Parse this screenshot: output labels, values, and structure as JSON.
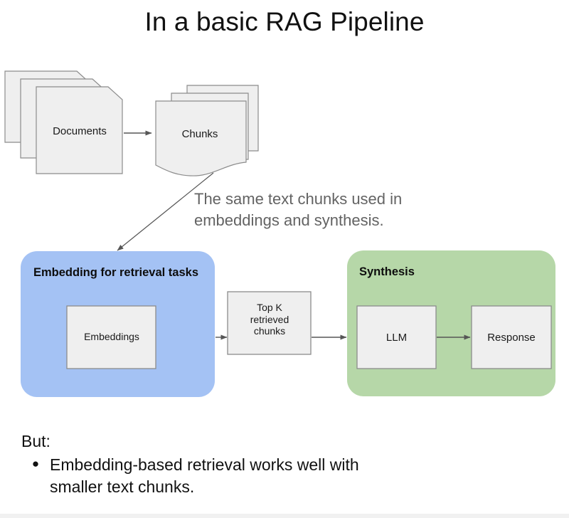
{
  "slide": {
    "title": "In a basic RAG Pipeline",
    "background_color": "#ffffff"
  },
  "diagram": {
    "documents_label": "Documents",
    "chunks_label": "Chunks",
    "embedding_group_title": "Embedding for retrieval tasks",
    "embeddings_label": "Embeddings",
    "topk_label": "Top K retrieved chunks",
    "topk_line1": "Top K",
    "topk_line2": "retrieved",
    "topk_line3": "chunks",
    "synthesis_group_title": "Synthesis",
    "llm_label": "LLM",
    "response_label": "Response",
    "annotation_line1": "The same text chunks used in",
    "annotation_line2": "embeddings and synthesis.",
    "colors": {
      "embedding_group_fill": "#A4C2F4",
      "synthesis_group_fill": "#B6D7A8",
      "node_fill": "#EFEFEF",
      "node_stroke": "#888888",
      "arrow_stroke": "#565656",
      "annotation_text": "#636363"
    }
  },
  "bottom": {
    "lead_in": "But:",
    "bullet_marker": "●",
    "bullet_line1": "Embedding-based retrieval works well with",
    "bullet_line2": "smaller text chunks.",
    "bullet_text": "Embedding-based retrieval works well with smaller text chunks."
  }
}
